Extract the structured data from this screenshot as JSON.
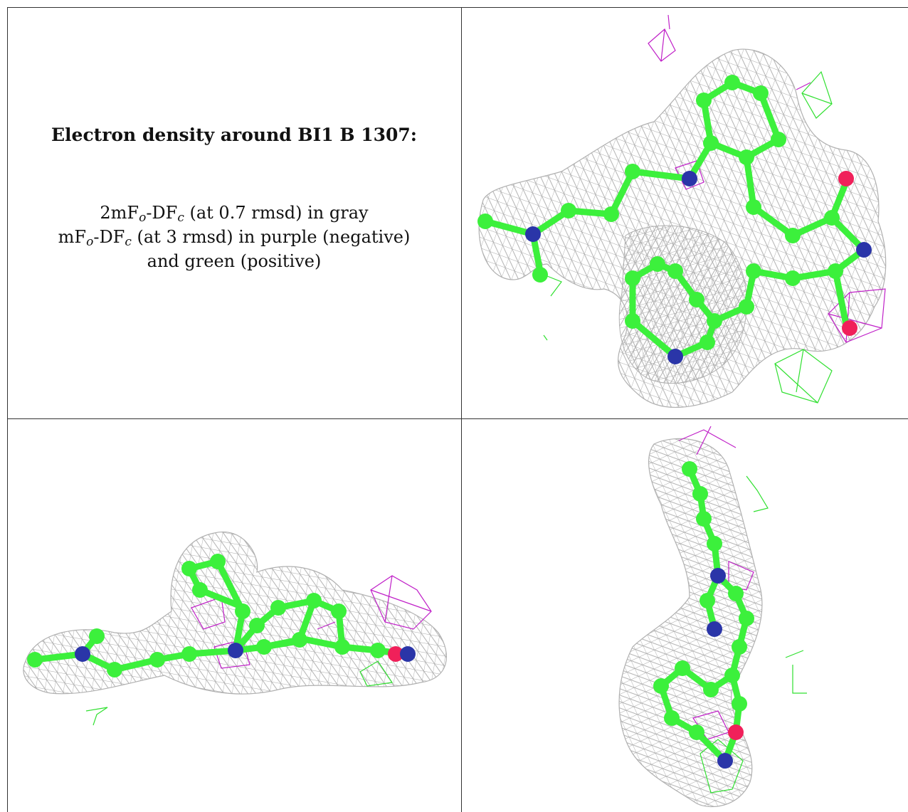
{
  "title": "Electron density around BI1 B 1307:",
  "legend": {
    "line1_a": "2mF",
    "line1_sub1": "o",
    "line1_b": "-DF",
    "line1_sub2": "c",
    "line1_c": " (at 0.7 rmsd) in gray",
    "line2_a": "mF",
    "line2_sub1": "o",
    "line2_b": "-DF",
    "line2_sub2": "c",
    "line2_c": " (at 3 rmsd) in purple (negative)",
    "line3": "and green (positive)"
  },
  "colors": {
    "mesh_gray": "#9a9a9a",
    "carbon_green": "#3cf03c",
    "nitrogen_blue": "#2a35a8",
    "oxygen_red": "#f0205a",
    "neg_purple": "#c020c8",
    "pos_green": "#30e030"
  }
}
